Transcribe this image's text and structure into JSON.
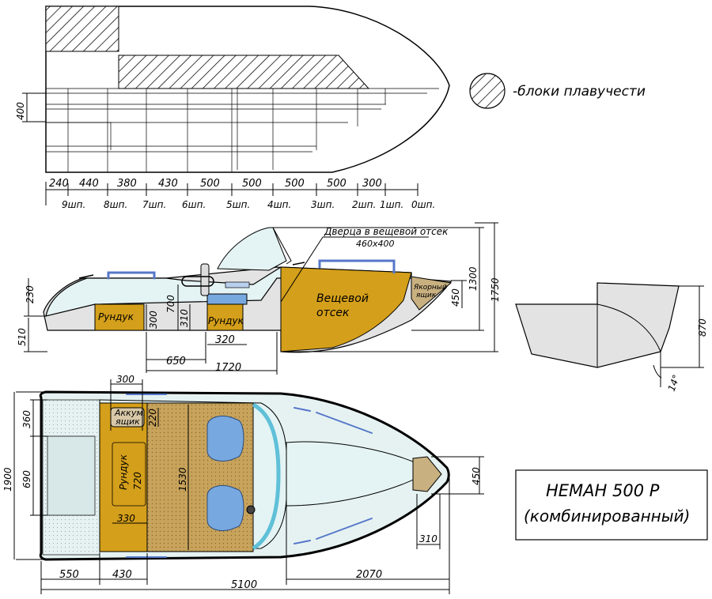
{
  "legend": {
    "label": "-блоки плавучести"
  },
  "top_view": {
    "dim_height": "400",
    "frame_spacings": [
      "240",
      "440",
      "380",
      "430",
      "500",
      "500",
      "500",
      "500",
      "300"
    ],
    "frame_labels": [
      "9шп.",
      "8шп.",
      "7шп.",
      "6шп.",
      "5шп.",
      "4шп.",
      "3шп.",
      "2шп.",
      "1шп.",
      "0шп."
    ]
  },
  "side_view": {
    "door_label": "Дверца в вещевой отсек",
    "door_size": "460х400",
    "compartment_label_1": "Вещевой",
    "compartment_label_2": "отсек",
    "anchor_label_1": "Якорный",
    "anchor_label_2": "ящик",
    "rundyk_1": "Рундук",
    "rundyk_2": "Рундук",
    "dims": {
      "d230": "230",
      "d510": "510",
      "d300": "300",
      "d700": "700",
      "d310": "310",
      "d320": "320",
      "d650": "650",
      "d1720": "1720",
      "d450": "450",
      "d1300": "1300",
      "d1750": "1750"
    }
  },
  "section_view": {
    "height": "870",
    "angle": "14°"
  },
  "plan_view": {
    "battery_label_1": "Аккум.",
    "battery_label_2": "ящик",
    "rundyk_label": "Рундук",
    "dims": {
      "d300": "300",
      "d220": "220",
      "d720": "720",
      "d330": "330",
      "d1530": "1530",
      "d360": "360",
      "d690": "690",
      "d1900": "1900",
      "d450": "450",
      "d310": "310",
      "d550": "550",
      "d430": "430",
      "d2070": "2070",
      "d5100": "5100"
    }
  },
  "title_box": {
    "line1": "НЕМАН 500 Р",
    "line2": "(комбинированный)"
  }
}
